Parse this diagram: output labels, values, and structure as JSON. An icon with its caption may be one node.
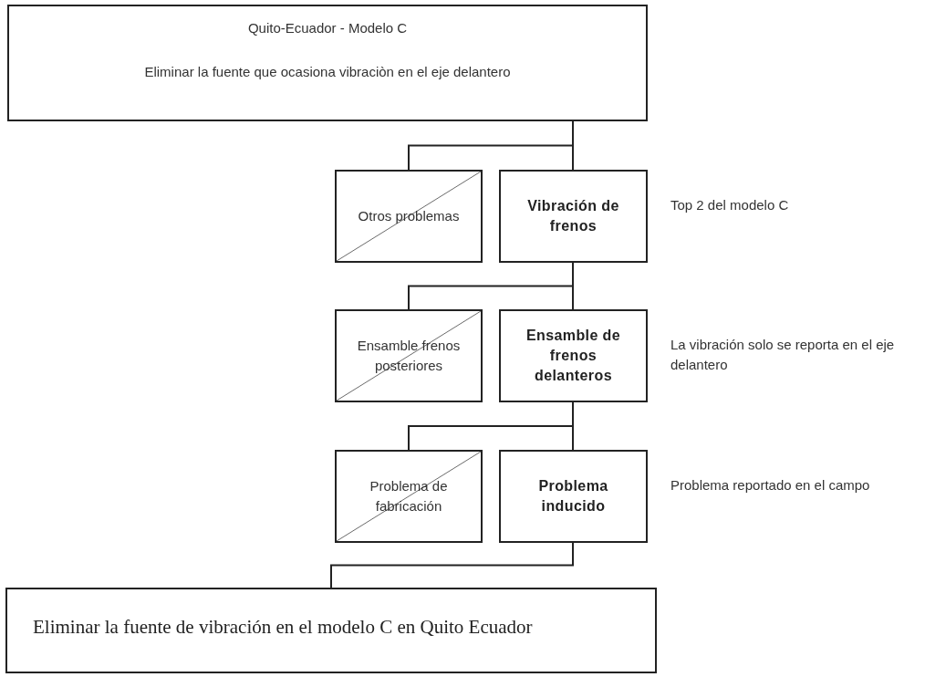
{
  "diagram": {
    "nodes": [
      {
        "text": [
          "Quito-Ecuador - Modelo C",
          "Eliminar la fuente que ocasiona vibraciòn en el eje delantero"
        ]
      },
      {
        "text": [
          "Otros problemas"
        ]
      },
      {
        "text": [
          "Vibración de frenos"
        ],
        "beside": [
          "Top 2 del modelo C"
        ]
      },
      {
        "text": [
          "Ensamble frenos posteriores"
        ]
      },
      {
        "text": [
          "Ensamble de frenos delanteros"
        ],
        "beside": [
          "La vibración solo se reporta en el eje delantero"
        ]
      },
      {
        "text": [
          "Problema de fabricación"
        ]
      },
      {
        "text": [
          "Problema inducido"
        ],
        "beside": [
          "Problema reportado en el campo"
        ]
      },
      {
        "text": [
          "Eliminar la fuente de vibración en el modelo C en Quito Ecuador"
        ]
      }
    ],
    "edges": [
      {
        "from": 0,
        "to": 1,
        "arrow": "none"
      },
      {
        "from": 0,
        "to": 2,
        "arrow": "none"
      },
      {
        "from": 2,
        "to": 3,
        "arrow": "none"
      },
      {
        "from": 2,
        "to": 4,
        "arrow": "none"
      },
      {
        "from": 4,
        "to": 5,
        "arrow": "none"
      },
      {
        "from": 4,
        "to": 6,
        "arrow": "none"
      },
      {
        "from": 6,
        "to": 7,
        "arrow": "none"
      }
    ]
  }
}
